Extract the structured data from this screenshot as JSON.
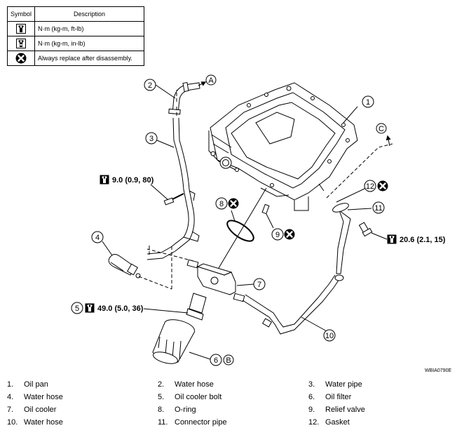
{
  "symbol_table": {
    "header_symbol": "Symbol",
    "header_description": "Description",
    "rows": [
      {
        "icon": "torque-wrench-icon",
        "description": "N·m (kg-m, ft-lb)"
      },
      {
        "icon": "torque-wrench-small-icon",
        "description": "N·m (kg-m, in-lb)"
      },
      {
        "icon": "replace-x-icon",
        "description": "Always replace after disassembly."
      }
    ]
  },
  "callouts": [
    "1",
    "2",
    "3",
    "4",
    "5",
    "6",
    "7",
    "8",
    "9",
    "10",
    "11",
    "12"
  ],
  "references": {
    "a": "A",
    "b": "B",
    "c": "C"
  },
  "torques": {
    "pipe_bolt": "9.0 (0.9, 80)",
    "cooler_bolt": "49.0 (5.0, 36)",
    "connector_bolt": "20.6 (2.1, 15)"
  },
  "figure_code": "WBIA0790E",
  "legend": [
    {
      "num": "1.",
      "label": "Oil pan"
    },
    {
      "num": "2.",
      "label": "Water hose"
    },
    {
      "num": "3.",
      "label": "Water pipe"
    },
    {
      "num": "4.",
      "label": "Water hose"
    },
    {
      "num": "5.",
      "label": "Oil cooler bolt"
    },
    {
      "num": "6.",
      "label": "Oil filter"
    },
    {
      "num": "7.",
      "label": "Oil cooler"
    },
    {
      "num": "8.",
      "label": "O-ring"
    },
    {
      "num": "9.",
      "label": "Relief valve"
    },
    {
      "num": "10.",
      "label": "Water hose"
    },
    {
      "num": "11.",
      "label": "Connector pipe"
    },
    {
      "num": "12.",
      "label": "Gasket"
    }
  ]
}
